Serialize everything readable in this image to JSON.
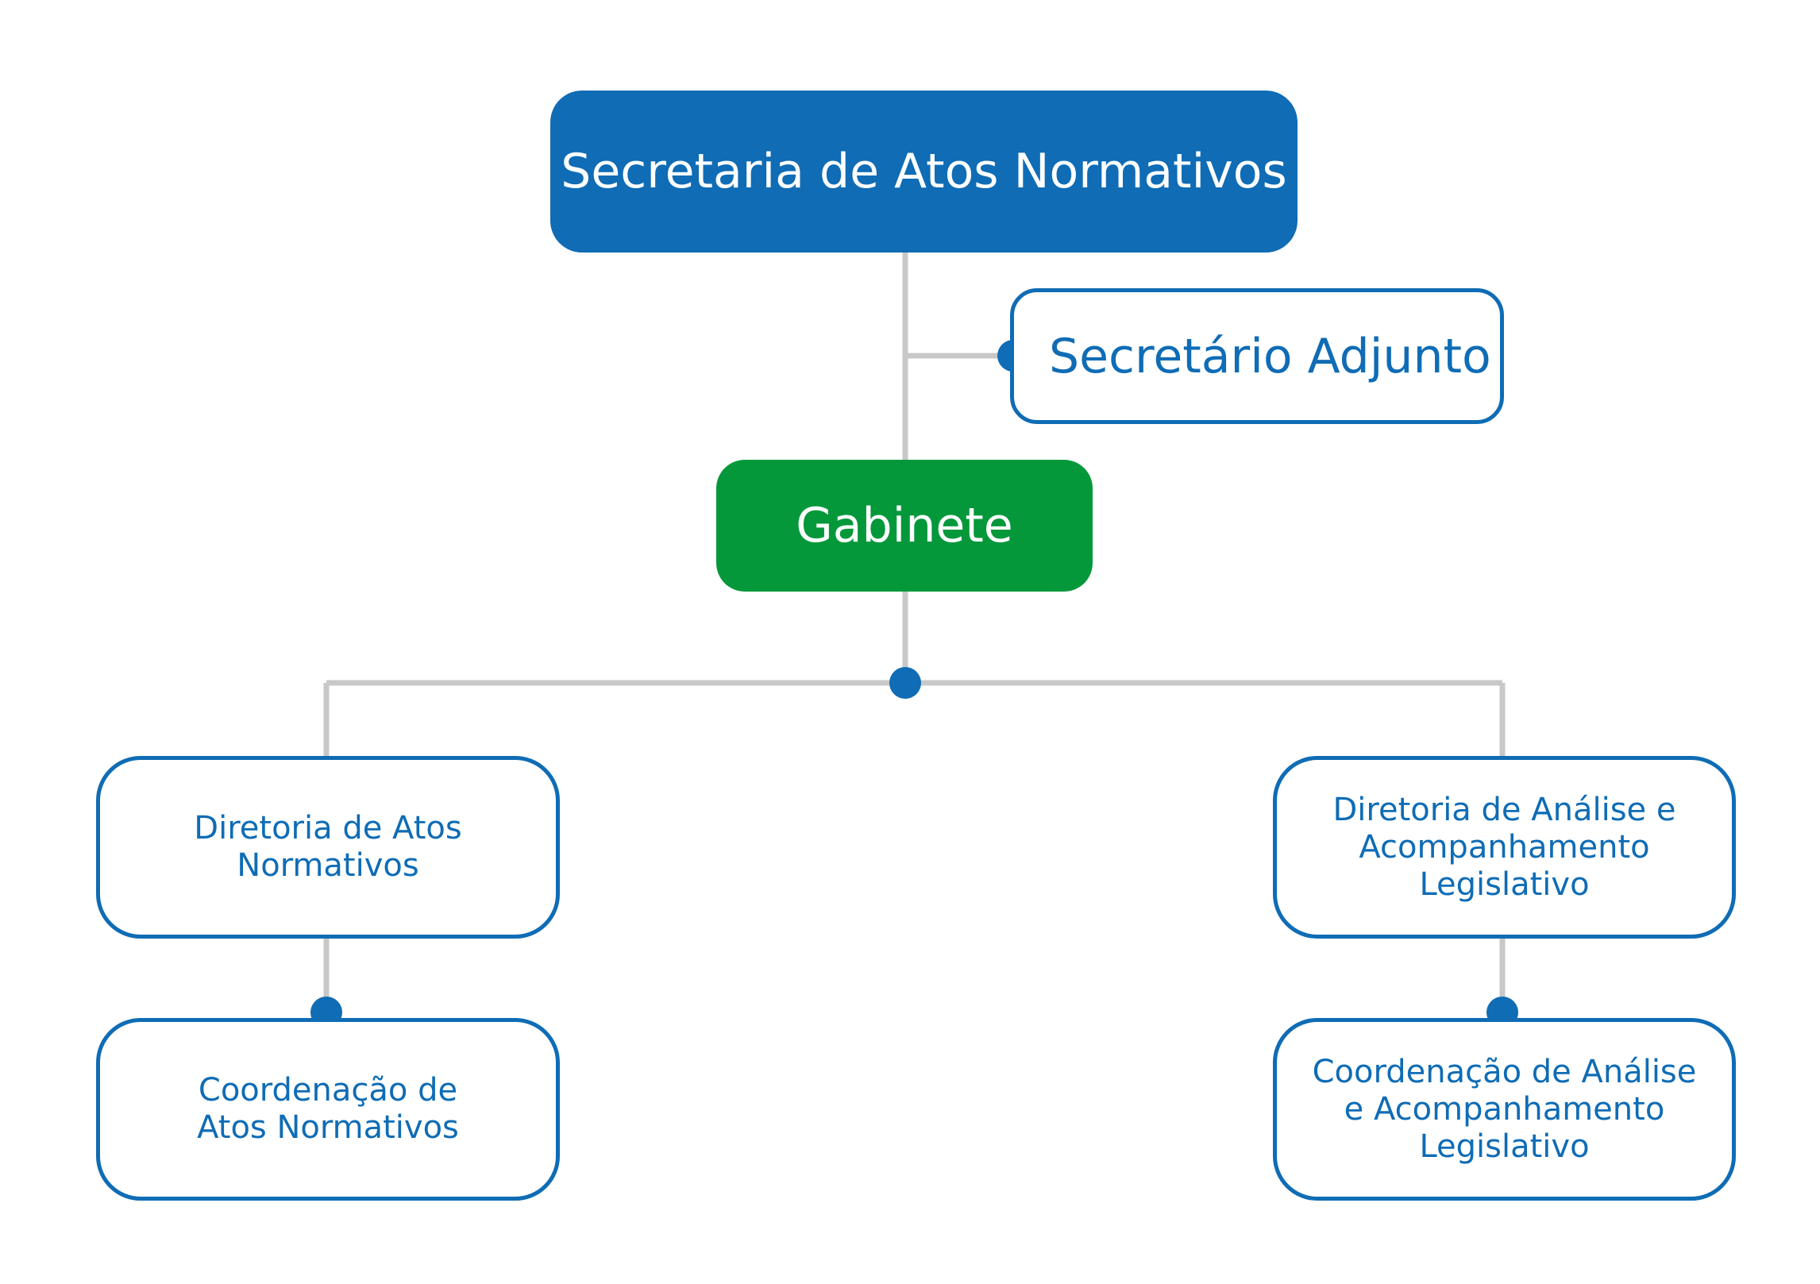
{
  "colors": {
    "primary_blue": "#0f6cb5",
    "gabinete_green": "#05983b",
    "connector_gray": "#c8c8c8",
    "background": "#ffffff"
  },
  "nodes": {
    "secretaria": "Secretaria de Atos Normativos",
    "adjunto": "Secretário Adjunto",
    "gabinete": "Gabinete",
    "dir_atos": "Diretoria de Atos\nNormativos",
    "dir_analise": "Diretoria de Análise e\nAcompanhamento\nLegislativo",
    "coord_atos": "Coordenação de\nAtos Normativos",
    "coord_analise": "Coordenação de Análise\ne Acompanhamento\nLegislativo"
  },
  "edges": [
    {
      "from": "secretaria",
      "to": "adjunto"
    },
    {
      "from": "secretaria",
      "to": "gabinete"
    },
    {
      "from": "gabinete",
      "to": "dir_atos"
    },
    {
      "from": "gabinete",
      "to": "dir_analise"
    },
    {
      "from": "dir_atos",
      "to": "coord_atos"
    },
    {
      "from": "dir_analise",
      "to": "coord_analise"
    }
  ]
}
